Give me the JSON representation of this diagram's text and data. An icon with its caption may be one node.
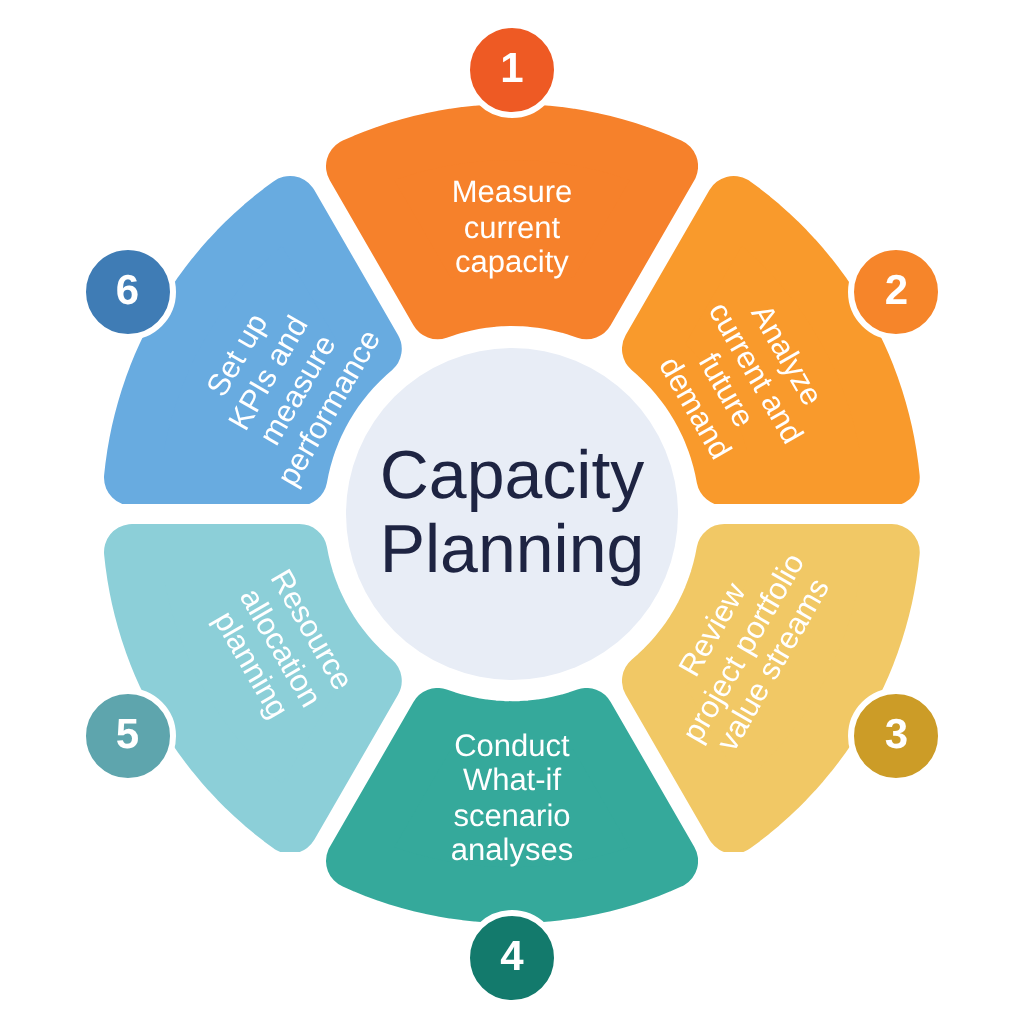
{
  "diagram": {
    "nodes": [
      {
        "text": [
          "Capacity Planning"
        ]
      },
      {
        "text": [
          "1"
        ]
      },
      {
        "text": [
          "Measure current capacity"
        ]
      },
      {
        "text": [
          "2"
        ]
      },
      {
        "text": [
          "Analyze current and future demand"
        ]
      },
      {
        "text": [
          "3"
        ]
      },
      {
        "text": [
          "Review project portfolio value streams"
        ]
      },
      {
        "text": [
          "4"
        ]
      },
      {
        "text": [
          "Conduct What-if scenario analyses"
        ]
      },
      {
        "text": [
          "5"
        ]
      },
      {
        "text": [
          "Resource allocation planning"
        ]
      },
      {
        "text": [
          "6"
        ]
      },
      {
        "text": [
          "Set up KPIs and measure performance"
        ]
      }
    ]
  }
}
